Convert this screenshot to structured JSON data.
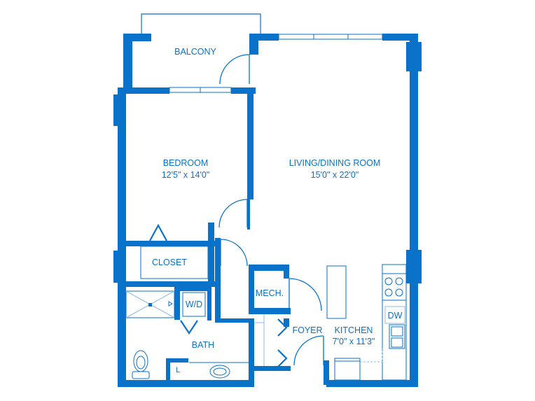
{
  "colors": {
    "wall": "#0a72c9",
    "thin_line": "#0a72c9",
    "light_line": "#8fbde6",
    "background": "#ffffff"
  },
  "rooms": {
    "balcony": {
      "name": "BALCONY"
    },
    "bedroom": {
      "name": "BEDROOM",
      "size": "12'5\" x 14'0\""
    },
    "living": {
      "name": "LIVING/DINING ROOM",
      "size": "15'0\" x 22'0\""
    },
    "closet": {
      "name": "CLOSET"
    },
    "wd": {
      "name": "W/D"
    },
    "mech": {
      "name": "MECH."
    },
    "bath": {
      "name": "BATH"
    },
    "foyer": {
      "name": "FOYER"
    },
    "kitchen": {
      "name": "KITCHEN",
      "size": "7'0\" x 11'3\""
    },
    "dw": {
      "name": "DW"
    },
    "linen": {
      "name": "L"
    }
  }
}
